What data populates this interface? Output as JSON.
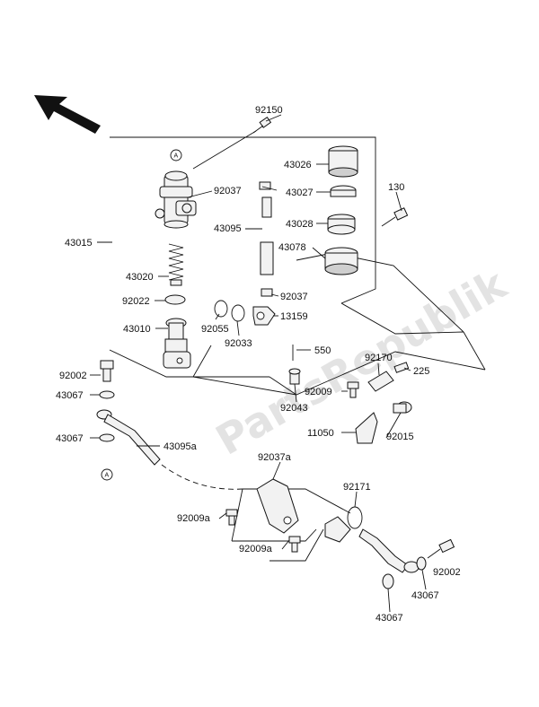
{
  "watermark": "PartsRepublik",
  "ref_marker": "A",
  "part_labels": {
    "p92150": "92150",
    "p43026": "43026",
    "p92037_a": "92037",
    "p43027": "43027",
    "p130": "130",
    "p43095": "43095",
    "p43028": "43028",
    "p43015": "43015",
    "p43078": "43078",
    "p43020": "43020",
    "p92022": "92022",
    "p92037_b": "92037",
    "p92055": "92055",
    "p13159": "13159",
    "p43010": "43010",
    "p92033": "92033",
    "p550": "550",
    "p92170": "92170",
    "p92002_a": "92002",
    "p225": "225",
    "p43067_a": "43067",
    "p92009": "92009",
    "p92043": "92043",
    "p11050": "11050",
    "p92015": "92015",
    "p43067_b": "43067",
    "p43095a": "43095a",
    "p92037a": "92037a",
    "p92171": "92171",
    "p92009a_a": "92009a",
    "p92009a_b": "92009a",
    "p92002_b": "92002",
    "p43067_c": "43067",
    "p43067_d": "43067"
  }
}
